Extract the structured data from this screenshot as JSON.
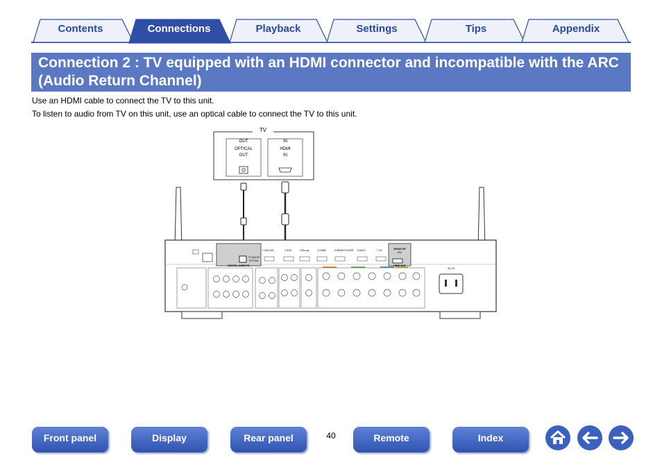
{
  "tabs": [
    {
      "label": "Contents"
    },
    {
      "label": "Connections"
    },
    {
      "label": "Playback"
    },
    {
      "label": "Settings"
    },
    {
      "label": "Tips"
    },
    {
      "label": "Appendix"
    }
  ],
  "heading": {
    "line1": "Connection 2 : TV equipped with an HDMI connector and incompatible with the ARC",
    "line2": "(Audio Return Channel)"
  },
  "body": {
    "line1": "Use an HDMI cable to connect the TV to this unit.",
    "line2": "To listen to audio from TV on this unit, use an optical cable to connect the TV to this unit."
  },
  "diagram": {
    "tv_label": "TV",
    "optical_top": "OUT",
    "optical_name1": "OPTICAL",
    "optical_name2": "OUT",
    "hdmi_top": "IN",
    "hdmi_name1": "HDMI",
    "hdmi_name2": "IN",
    "monitor_out": "MONITOR",
    "arc": "ARC",
    "hdmi_out": "HDMI OUT",
    "digital_audio_in": "DIGITAL AUDIO IN",
    "tv_audio": "TV AUDIO",
    "optical": "OPTICAL",
    "ac_in": "AC IN",
    "hdmi_inputs": [
      "1 CBL/SAT",
      "2 DVD",
      "3 Blu-ray",
      "4 GAME",
      "5 MEDIA PLAYER",
      "6 AUX2",
      "7 CD"
    ]
  },
  "bottom_nav": [
    {
      "label": "Front panel"
    },
    {
      "label": "Display"
    },
    {
      "label": "Rear panel"
    },
    {
      "label": "Remote"
    },
    {
      "label": "Index"
    }
  ],
  "page_number": "40",
  "colors": {
    "tab_fill": "#eef1fa",
    "tab_active": "#2f4fa6",
    "tab_text": "#2b4a9a",
    "heading_bg": "#5b78c2",
    "nav_button": "#3c60bd"
  },
  "icons": {
    "home": "home-icon",
    "back": "arrow-left-icon",
    "forward": "arrow-right-icon"
  }
}
